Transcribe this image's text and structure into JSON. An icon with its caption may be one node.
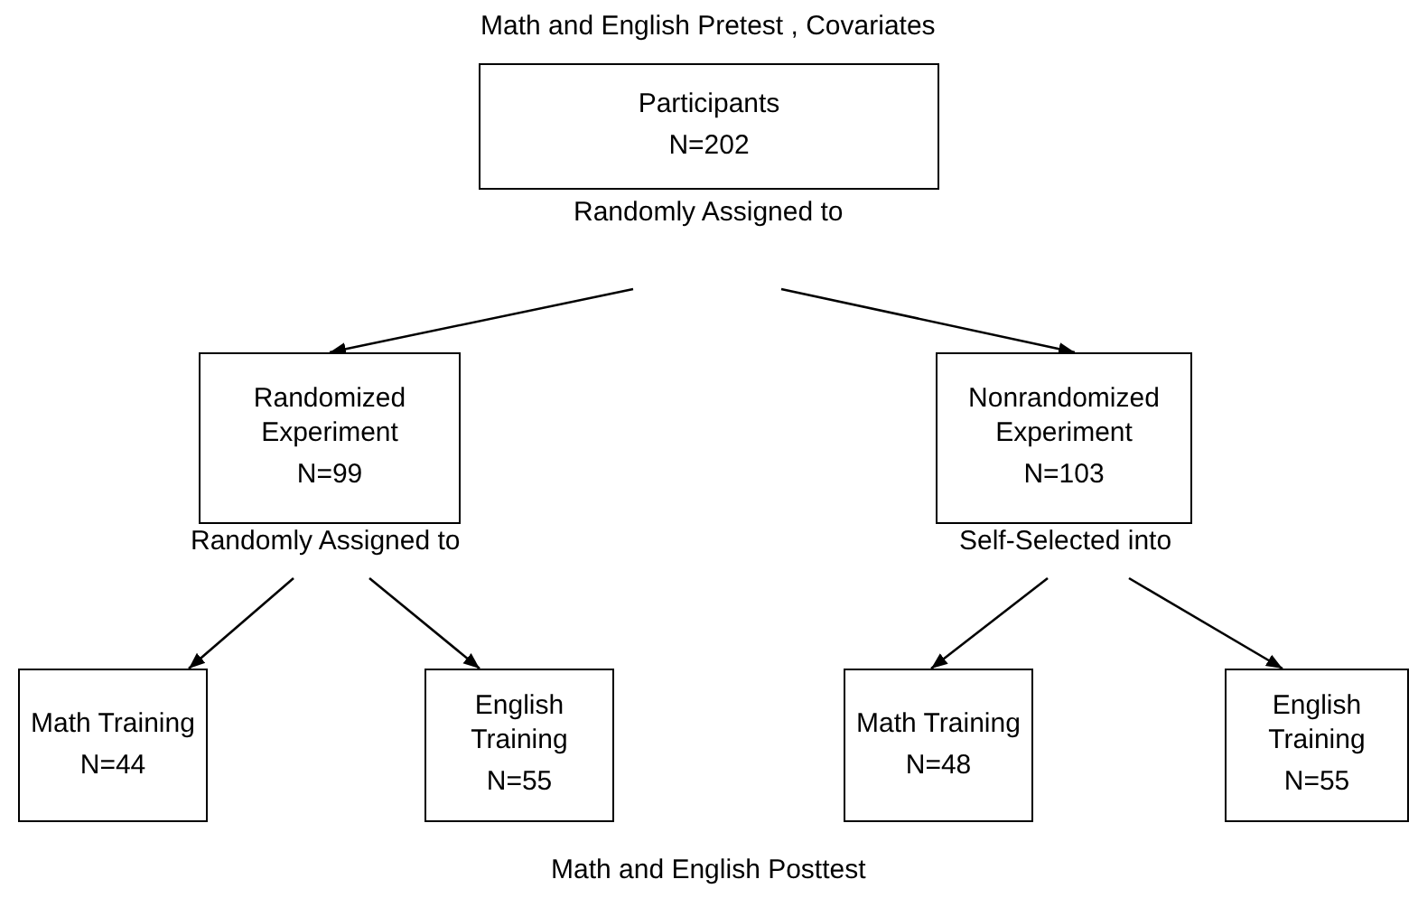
{
  "diagram": {
    "nodes": [
      {
        "text": [
          "Participants",
          "N=202"
        ],
        "beside": [
          "Randomly Assigned to"
        ]
      },
      {
        "text": [
          "Randomized Experiment",
          "N=99"
        ],
        "beside": [
          "Randomly Assigned to"
        ]
      },
      {
        "text": [
          "Nonrandomized Experiment",
          "N=103"
        ],
        "beside": [
          "Self-Selected into"
        ]
      },
      {
        "text": [
          "Math Training",
          "N=44"
        ]
      },
      {
        "text": [
          "English Training",
          "N=55"
        ]
      },
      {
        "text": [
          "Math Training",
          "N=48"
        ]
      },
      {
        "text": [
          "English Training",
          "N=55"
        ]
      }
    ],
    "edges": [
      {
        "from": 0,
        "to": 1,
        "arrow": "to"
      },
      {
        "from": 0,
        "to": 2,
        "arrow": "to"
      },
      {
        "from": 1,
        "to": 3,
        "arrow": "to"
      },
      {
        "from": 1,
        "to": 4,
        "arrow": "to"
      },
      {
        "from": 2,
        "to": 5,
        "arrow": "to"
      },
      {
        "from": 2,
        "to": 6,
        "arrow": "to"
      }
    ],
    "labels": [
      "Math and English Pretest , Covariates",
      "Math and English Posttest"
    ]
  }
}
